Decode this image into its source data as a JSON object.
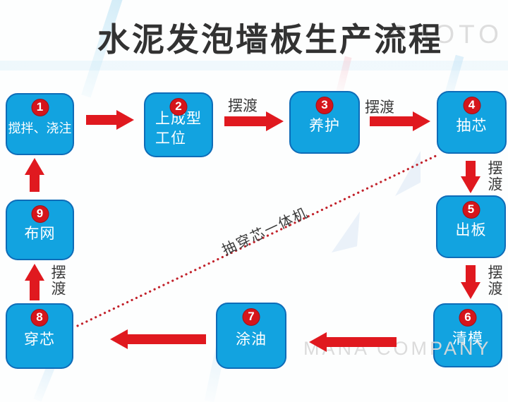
{
  "title": "水泥发泡墙板生产流程",
  "watermarks": {
    "top": "PHOTO",
    "bottom": "MANA COMPANY"
  },
  "transfer_label": "摆渡",
  "diagonal_label": "抽穿芯一体机",
  "nodes": [
    {
      "num": "1",
      "label": "搅拌、浇注"
    },
    {
      "num": "2",
      "label": "上成型工位"
    },
    {
      "num": "3",
      "label": "养护"
    },
    {
      "num": "4",
      "label": "抽芯"
    },
    {
      "num": "5",
      "label": "出板"
    },
    {
      "num": "6",
      "label": "清模"
    },
    {
      "num": "7",
      "label": "涂油"
    },
    {
      "num": "8",
      "label": "穿芯"
    },
    {
      "num": "9",
      "label": "布网"
    }
  ],
  "colors": {
    "box_fill": "#12a3e0",
    "box_border": "#0e6cb8",
    "arrow_red": "#e0191f",
    "badge_red": "#d5151b",
    "dotted_line_red": "#c2222b",
    "title_text": "#323232",
    "label_text": "#3a3a3a",
    "watermark_gray": "#d6d6d6"
  }
}
